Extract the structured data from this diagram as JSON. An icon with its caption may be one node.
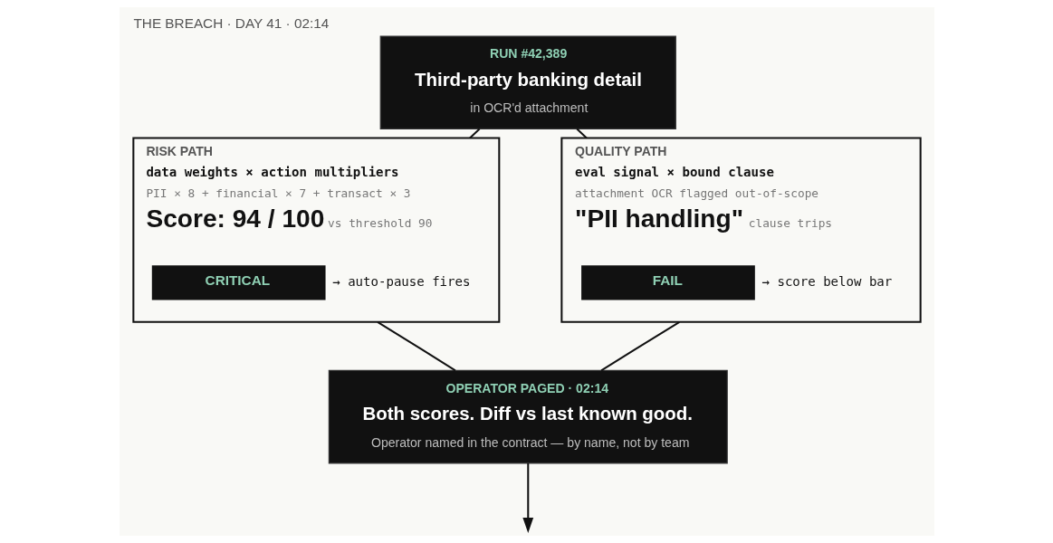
{
  "diagram": {
    "title": "THE BREACH · DAY 41 · 02:14",
    "nodes": [
      {
        "text": [
          "RUN #42,389",
          "Third-party banking detail",
          "in OCR'd attachment"
        ]
      },
      {
        "text": [
          "RISK PATH",
          "data weights × action multipliers",
          "PII × 8 + financial × 7 + transact × 3",
          "Score: 94 / 100",
          "vs threshold 90"
        ]
      },
      {
        "text": [
          "CRITICAL"
        ],
        "in": 1,
        "beside": [
          "→ auto-pause fires"
        ]
      },
      {
        "text": [
          "QUALITY PATH",
          "eval signal × bound clause",
          "attachment OCR flagged out-of-scope",
          "\"PII handling\"",
          "clause trips"
        ]
      },
      {
        "text": [
          "FAIL"
        ],
        "in": 3,
        "beside": [
          "→ score below bar"
        ]
      },
      {
        "text": [
          "OPERATOR PAGED · 02:14",
          "Both scores. Diff vs last known good.",
          "Operator named in the contract — by name, not by team"
        ]
      }
    ],
    "edges": [
      {
        "from": 0,
        "to": 1,
        "arrow": "none"
      },
      {
        "from": 0,
        "to": 3,
        "arrow": "none"
      },
      {
        "from": 1,
        "to": 5,
        "arrow": "none"
      },
      {
        "from": 3,
        "to": 5,
        "arrow": "none"
      },
      {
        "from": 5,
        "to": null,
        "arrow": "to"
      }
    ]
  }
}
